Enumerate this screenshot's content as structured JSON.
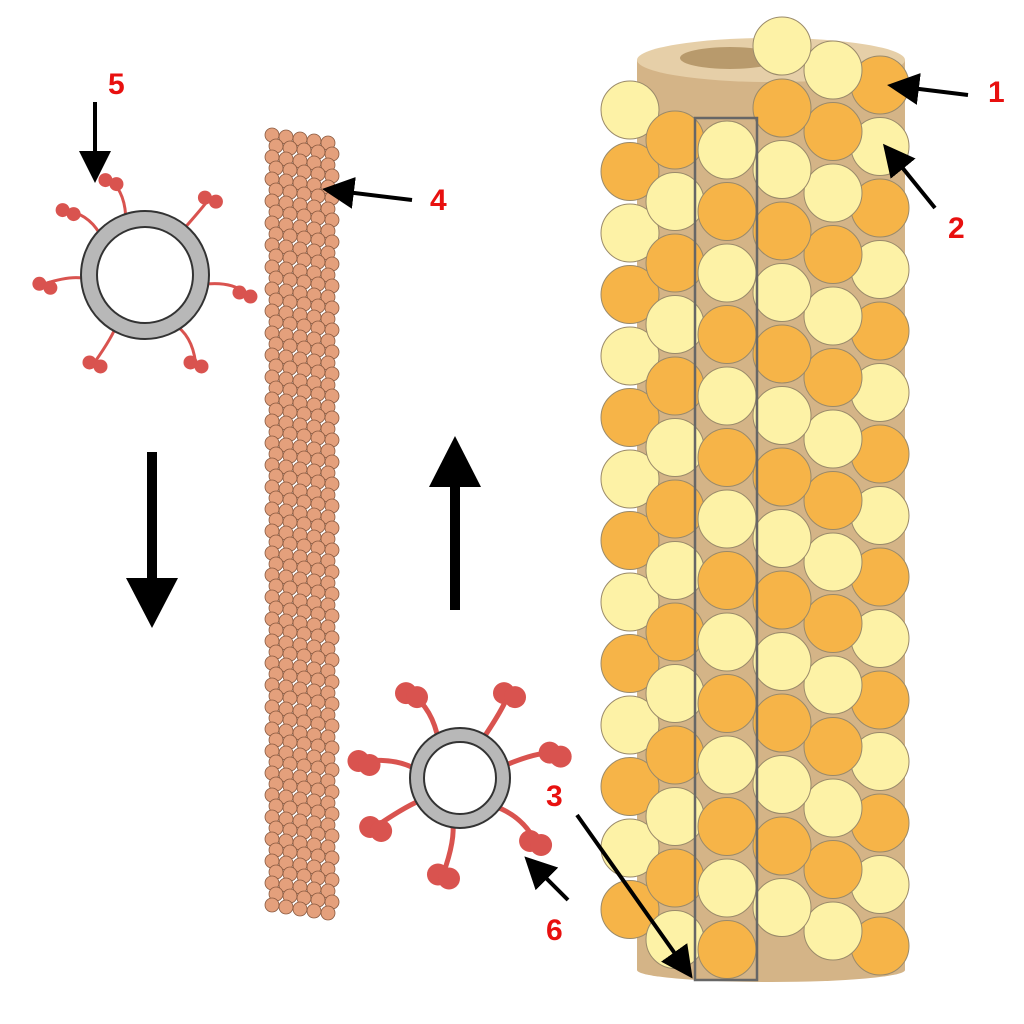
{
  "labels": [
    "1",
    "2",
    "3",
    "4",
    "5",
    "6"
  ],
  "colors": {
    "label": "#e8100f",
    "tubulin_light": "#fdf2a6",
    "tubulin_dark": "#f6b448",
    "cylinder": "#d4b487",
    "small_tubule": "#e4a07c",
    "motor": "#d9534f",
    "vesicle": "#b8b8b8"
  }
}
